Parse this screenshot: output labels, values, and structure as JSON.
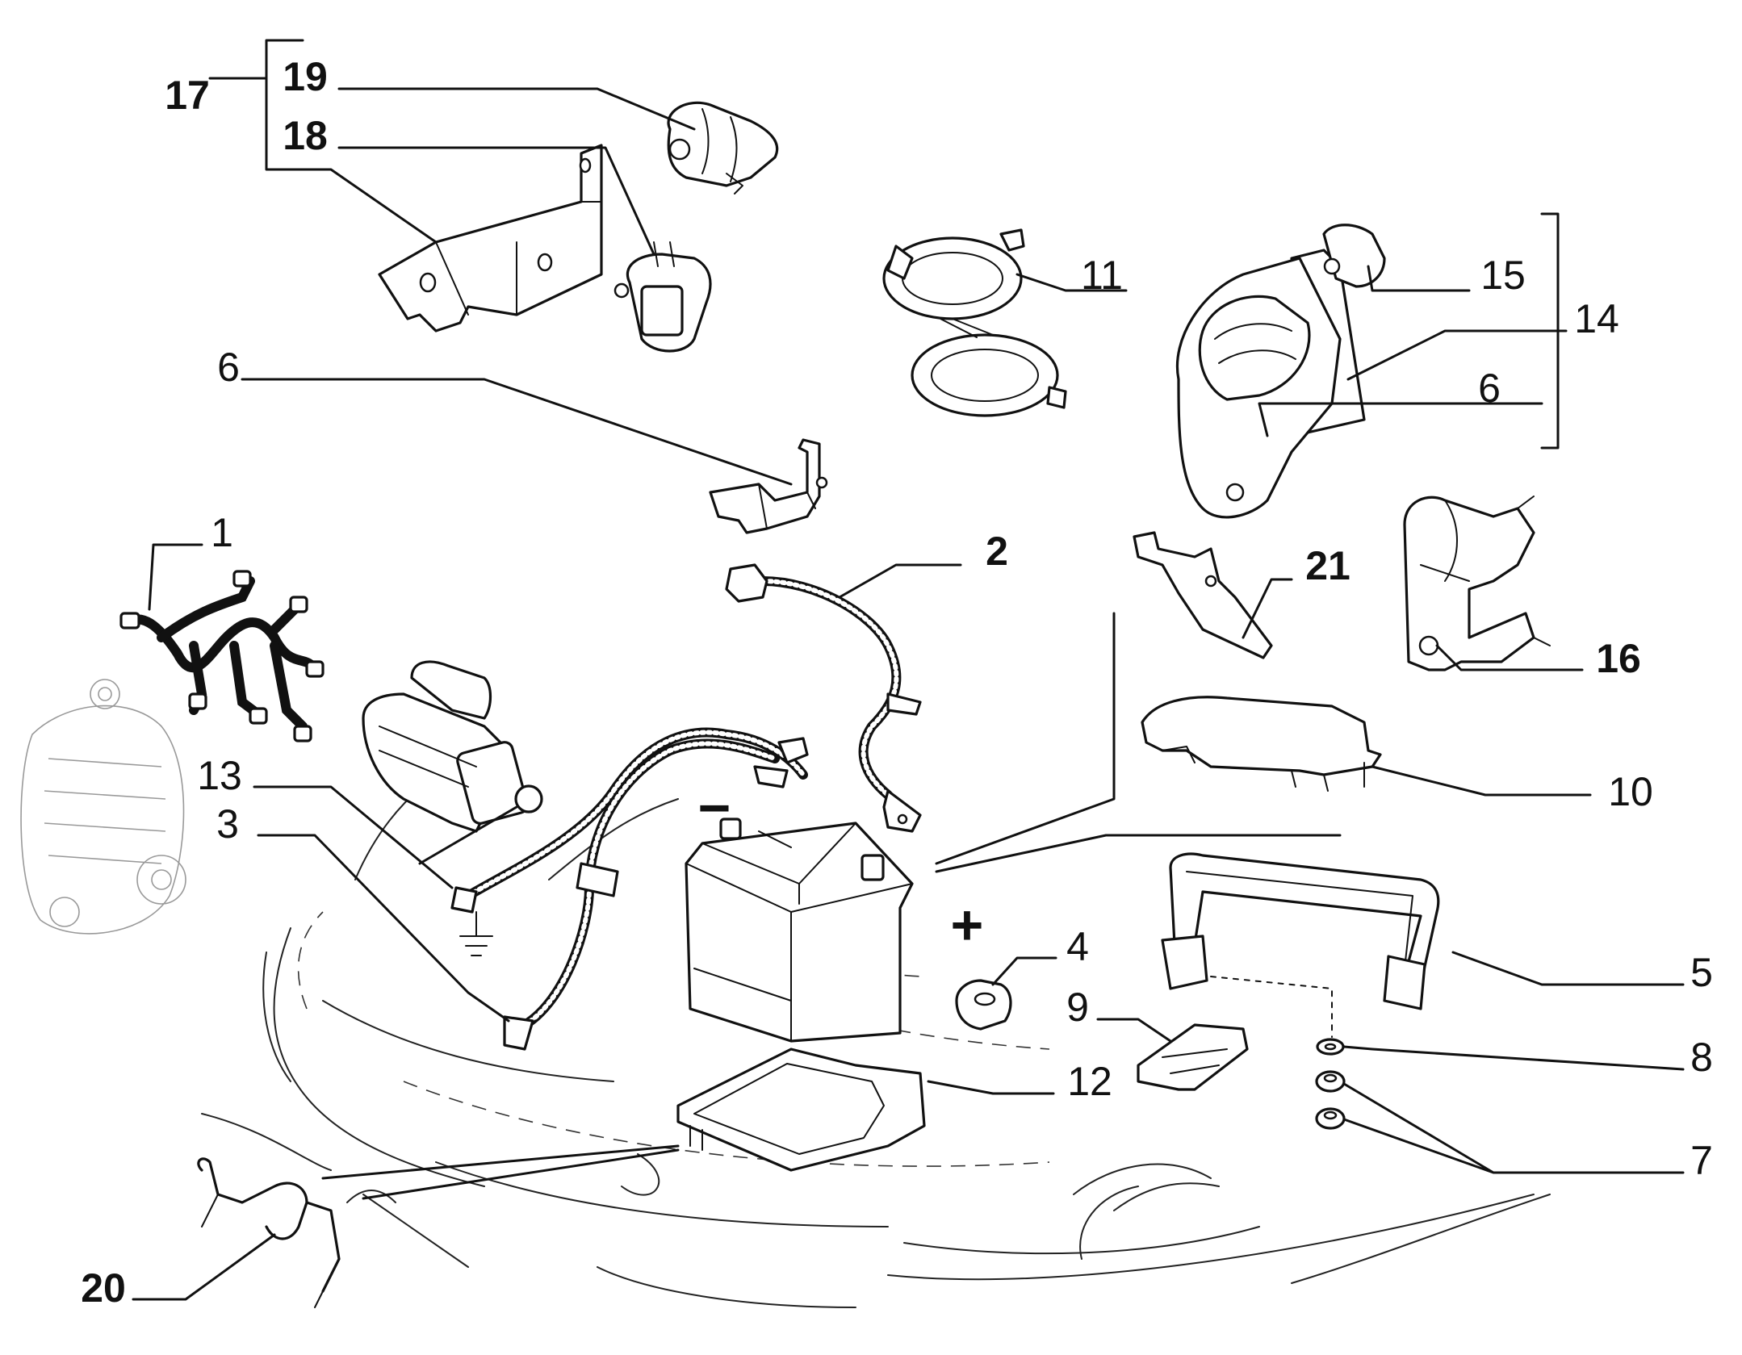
{
  "diagram": {
    "callouts": {
      "c1": "1",
      "c2": "2",
      "c3": "3",
      "c4": "4",
      "c5": "5",
      "c6a": "6",
      "c6b": "6",
      "c7": "7",
      "c8": "8",
      "c9": "9",
      "c10": "10",
      "c11": "11",
      "c12": "12",
      "c13": "13",
      "c14": "14",
      "c15": "15",
      "c16": "16",
      "c17": "17",
      "c18": "18",
      "c19": "19",
      "c20": "20",
      "c21": "21"
    },
    "battery_minus": "−",
    "battery_plus": "+"
  }
}
